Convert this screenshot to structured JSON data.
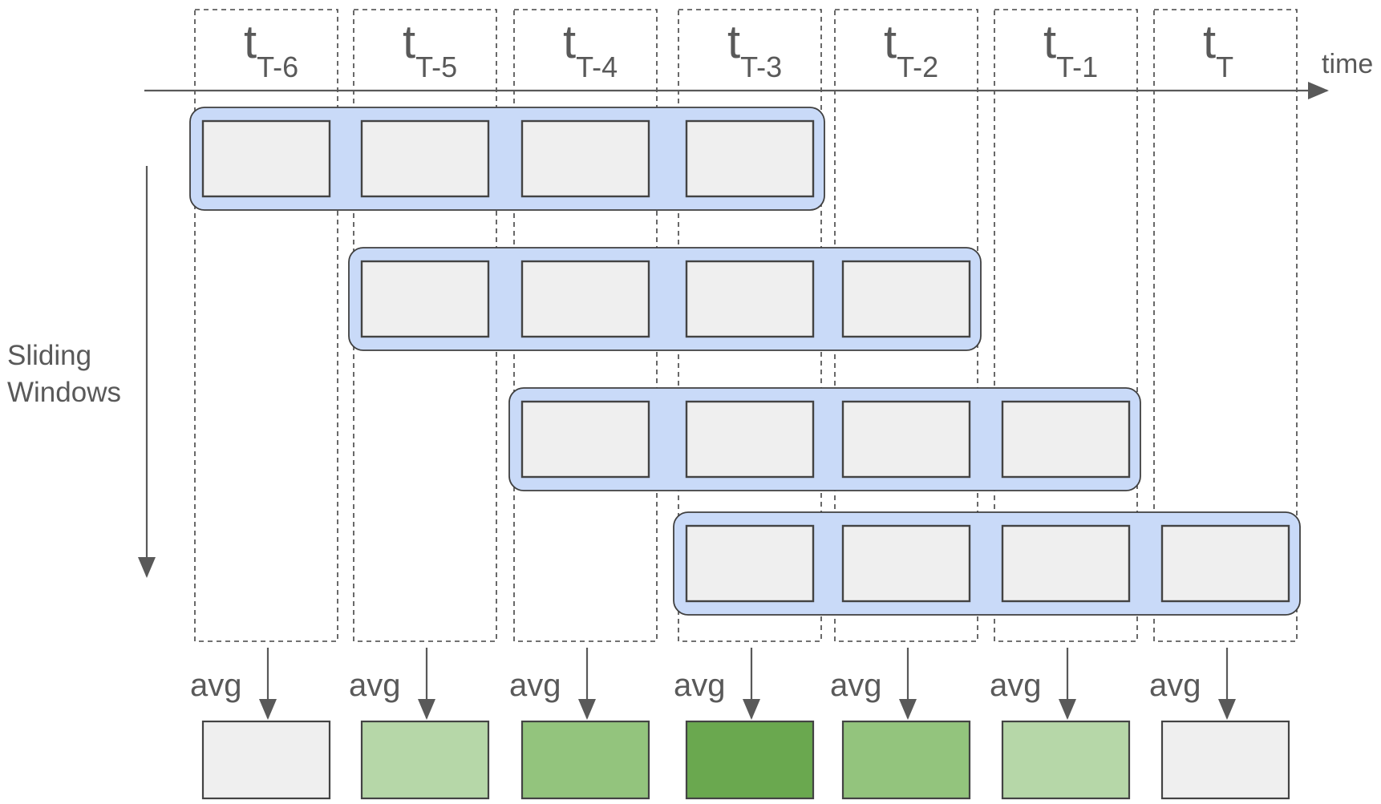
{
  "time_axis_label": "time",
  "side_label_lines": [
    "Sliding",
    "Windows"
  ],
  "time_steps": [
    {
      "base": "t",
      "sub": "T-6"
    },
    {
      "base": "t",
      "sub": "T-5"
    },
    {
      "base": "t",
      "sub": "T-4"
    },
    {
      "base": "t",
      "sub": "T-3"
    },
    {
      "base": "t",
      "sub": "T-2"
    },
    {
      "base": "t",
      "sub": "T-1"
    },
    {
      "base": "t",
      "sub": "T"
    }
  ],
  "windows": [
    {
      "start": 0,
      "length": 4
    },
    {
      "start": 1,
      "length": 4
    },
    {
      "start": 2,
      "length": 4
    },
    {
      "start": 3,
      "length": 4
    }
  ],
  "avg_label": "avg",
  "output_colors": [
    "#efefef",
    "#b6d7a8",
    "#93c47d",
    "#6aa84f",
    "#93c47d",
    "#b6d7a8",
    "#efefef"
  ],
  "colors": {
    "window_fill": "#c9daf8",
    "cell_fill": "#efefef",
    "text": "#595959"
  }
}
